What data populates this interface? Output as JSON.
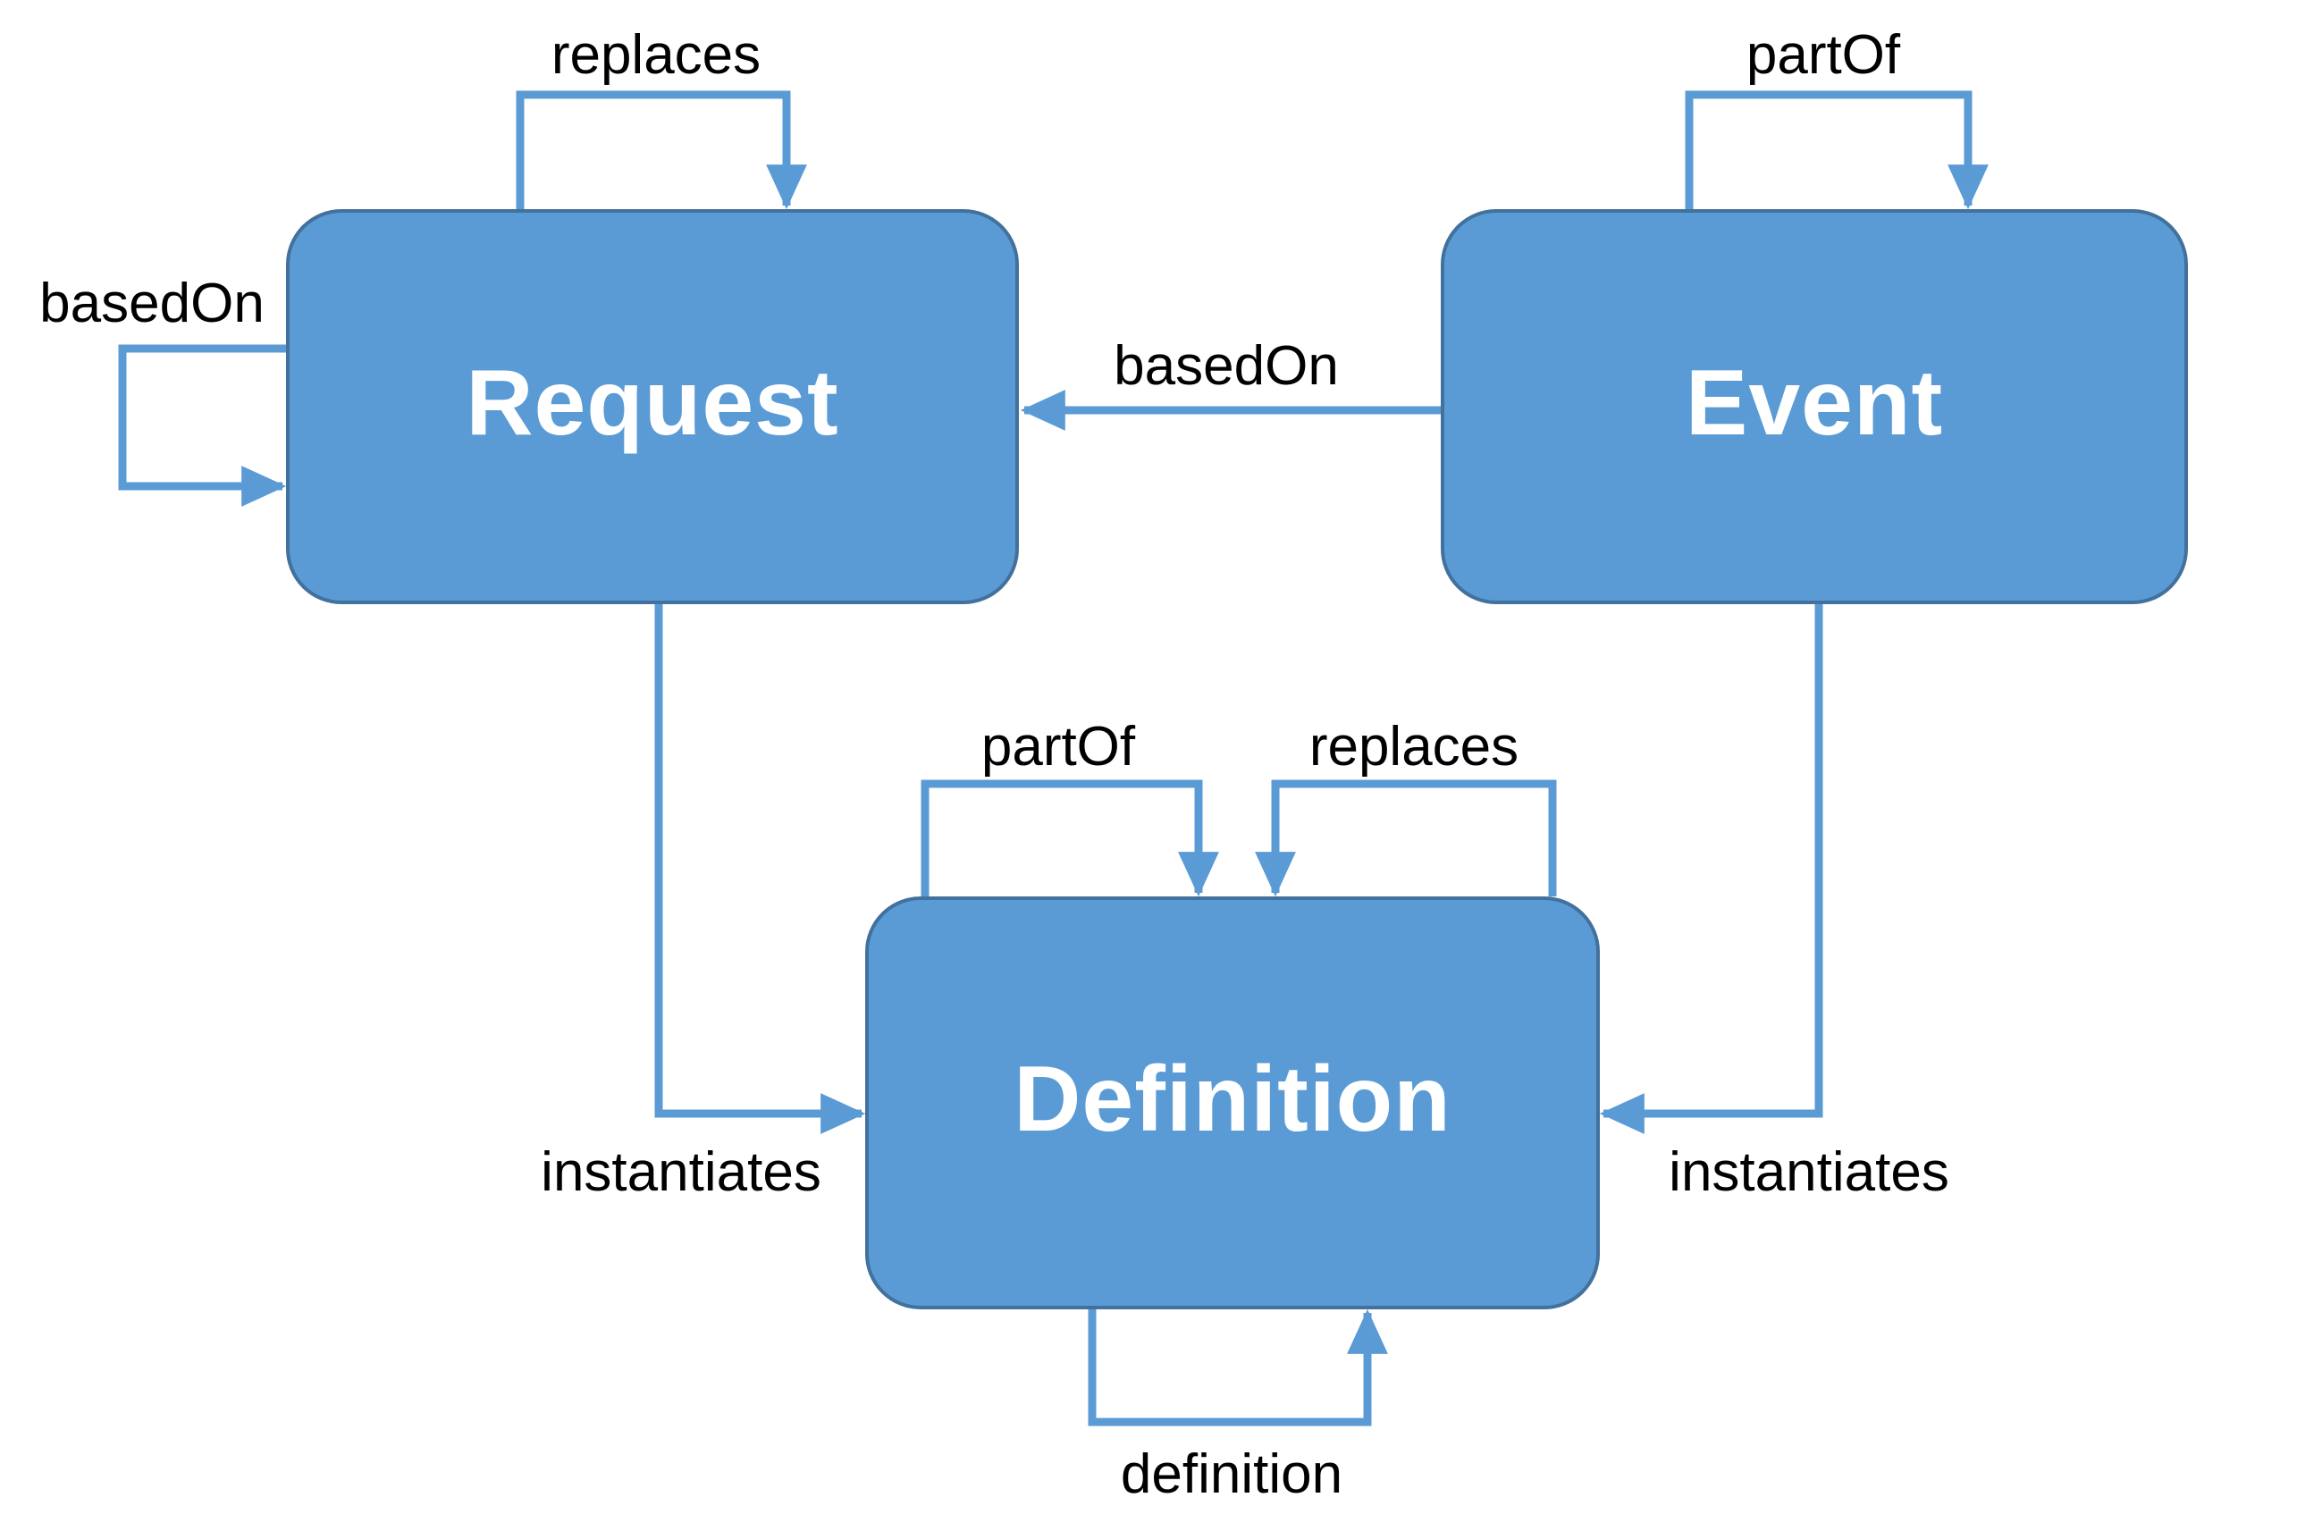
{
  "diagram": {
    "kind": "relationship-diagram",
    "nodes": [
      {
        "id": "request",
        "label": "Request"
      },
      {
        "id": "event",
        "label": "Event"
      },
      {
        "id": "definition",
        "label": "Definition"
      }
    ],
    "edges": [
      {
        "id": "request-replaces-self",
        "label": "replaces",
        "from": "request",
        "to": "request",
        "shape": "self-loop-top"
      },
      {
        "id": "event-partof-self",
        "label": "partOf",
        "from": "event",
        "to": "event",
        "shape": "self-loop-top"
      },
      {
        "id": "request-basedon-self",
        "label": "basedOn",
        "from": "request",
        "to": "request",
        "shape": "self-loop-left"
      },
      {
        "id": "event-basedon-request",
        "label": "basedOn",
        "from": "event",
        "to": "request",
        "shape": "straight-left"
      },
      {
        "id": "request-instantiates-definition",
        "label": "instantiates",
        "from": "request",
        "to": "definition",
        "shape": "elbow-down-right"
      },
      {
        "id": "event-instantiates-definition",
        "label": "instantiates",
        "from": "event",
        "to": "definition",
        "shape": "elbow-down-left"
      },
      {
        "id": "definition-partof-self",
        "label": "partOf",
        "from": "definition",
        "to": "definition",
        "shape": "self-loop-top"
      },
      {
        "id": "definition-replaces-self",
        "label": "replaces",
        "from": "definition",
        "to": "definition",
        "shape": "self-loop-top"
      },
      {
        "id": "definition-definition-self",
        "label": "definition",
        "from": "definition",
        "to": "definition",
        "shape": "self-loop-bottom"
      }
    ]
  },
  "colors": {
    "node_fill": "#5B9BD5",
    "node_border": "#41719C",
    "node_text": "#FFFFFF",
    "arrow": "#5B9BD5",
    "edge_label_text": "#000000",
    "background": "#FFFFFF"
  }
}
